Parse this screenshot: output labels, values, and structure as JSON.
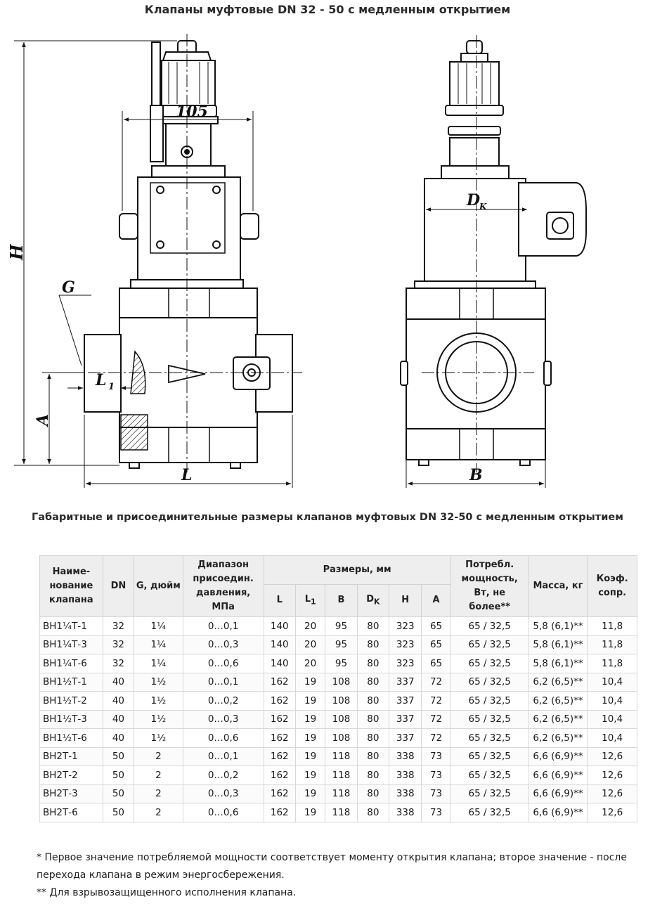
{
  "page_title": "Клапаны муфтовые DN 32 - 50 с медленным открытием",
  "drawing": {
    "labels": {
      "dim_105": "105",
      "H": "H",
      "G": "G",
      "L1": "L",
      "L1_sub": "1",
      "A": "A",
      "L": "L",
      "DK": "D",
      "DK_sub": "K",
      "B": "B"
    }
  },
  "table": {
    "title": "Габаритные и присоединительные размеры клапанов муфтовых DN 32-50 с медленным открытием",
    "headers": {
      "name": "Наиме-нование клапана",
      "dn": "DN",
      "g": "G, дюйм",
      "pressure": "Диапазон присоедин. давления, МПа",
      "dims": "Размеры, мм",
      "L": "L",
      "L1": "L",
      "L1_sub": "1",
      "B": "B",
      "DK": "D",
      "DK_sub": "K",
      "H": "H",
      "A": "A",
      "power": "Потребл. мощность, Вт, не более**",
      "mass": "Масса, кг",
      "coef": "Коэф. сопр."
    },
    "rows": [
      {
        "name": "ВН1¼Т-1",
        "dn": "32",
        "g": "1¼",
        "p": "0…0,1",
        "L": "140",
        "L1": "20",
        "B": "95",
        "DK": "80",
        "H": "323",
        "A": "65",
        "power": "65 / 32,5",
        "mass": "5,8 (6,1)**",
        "coef": "11,8"
      },
      {
        "name": "ВН1¼Т-3",
        "dn": "32",
        "g": "1¼",
        "p": "0…0,3",
        "L": "140",
        "L1": "20",
        "B": "95",
        "DK": "80",
        "H": "323",
        "A": "65",
        "power": "65 / 32,5",
        "mass": "5,8 (6,1)**",
        "coef": "11,8"
      },
      {
        "name": "ВН1¼Т-6",
        "dn": "32",
        "g": "1¼",
        "p": "0…0,6",
        "L": "140",
        "L1": "20",
        "B": "95",
        "DK": "80",
        "H": "323",
        "A": "65",
        "power": "65 / 32,5",
        "mass": "5,8 (6,1)**",
        "coef": "11,8"
      },
      {
        "name": "ВН1½Т-1",
        "dn": "40",
        "g": "1½",
        "p": "0…0,1",
        "L": "162",
        "L1": "19",
        "B": "108",
        "DK": "80",
        "H": "337",
        "A": "72",
        "power": "65 / 32,5",
        "mass": "6,2 (6,5)**",
        "coef": "10,4"
      },
      {
        "name": "ВН1½Т-2",
        "dn": "40",
        "g": "1½",
        "p": "0…0,2",
        "L": "162",
        "L1": "19",
        "B": "108",
        "DK": "80",
        "H": "337",
        "A": "72",
        "power": "65 / 32,5",
        "mass": "6,2 (6,5)**",
        "coef": "10,4"
      },
      {
        "name": "ВН1½Т-3",
        "dn": "40",
        "g": "1½",
        "p": "0…0,3",
        "L": "162",
        "L1": "19",
        "B": "108",
        "DK": "80",
        "H": "337",
        "A": "72",
        "power": "65 / 32,5",
        "mass": "6,2 (6,5)**",
        "coef": "10,4"
      },
      {
        "name": "ВН1½Т-6",
        "dn": "40",
        "g": "1½",
        "p": "0…0,6",
        "L": "162",
        "L1": "19",
        "B": "108",
        "DK": "80",
        "H": "337",
        "A": "72",
        "power": "65 / 32,5",
        "mass": "6,2 (6,5)**",
        "coef": "10,4"
      },
      {
        "name": "ВН2Т-1",
        "dn": "50",
        "g": "2",
        "p": "0…0,1",
        "L": "162",
        "L1": "19",
        "B": "118",
        "DK": "80",
        "H": "338",
        "A": "73",
        "power": "65 / 32,5",
        "mass": "6,6 (6,9)**",
        "coef": "12,6"
      },
      {
        "name": "ВН2Т-2",
        "dn": "50",
        "g": "2",
        "p": "0…0,2",
        "L": "162",
        "L1": "19",
        "B": "118",
        "DK": "80",
        "H": "338",
        "A": "73",
        "power": "65 / 32,5",
        "mass": "6,6 (6,9)**",
        "coef": "12,6"
      },
      {
        "name": "ВН2Т-3",
        "dn": "50",
        "g": "2",
        "p": "0…0,3",
        "L": "162",
        "L1": "19",
        "B": "118",
        "DK": "80",
        "H": "338",
        "A": "73",
        "power": "65 / 32,5",
        "mass": "6,6 (6,9)**",
        "coef": "12,6"
      },
      {
        "name": "ВН2Т-6",
        "dn": "50",
        "g": "2",
        "p": "0…0,6",
        "L": "162",
        "L1": "19",
        "B": "118",
        "DK": "80",
        "H": "338",
        "A": "73",
        "power": "65 / 32,5",
        "mass": "6,6 (6,9)**",
        "coef": "12,6"
      }
    ]
  },
  "notes": [
    "* Первое значение потребляемой мощности соответствует моменту открытия клапана; второе значение - после перехода клапана в режим энергосбережения.",
    "** Для взрывозащищенного исполнения клапана."
  ]
}
